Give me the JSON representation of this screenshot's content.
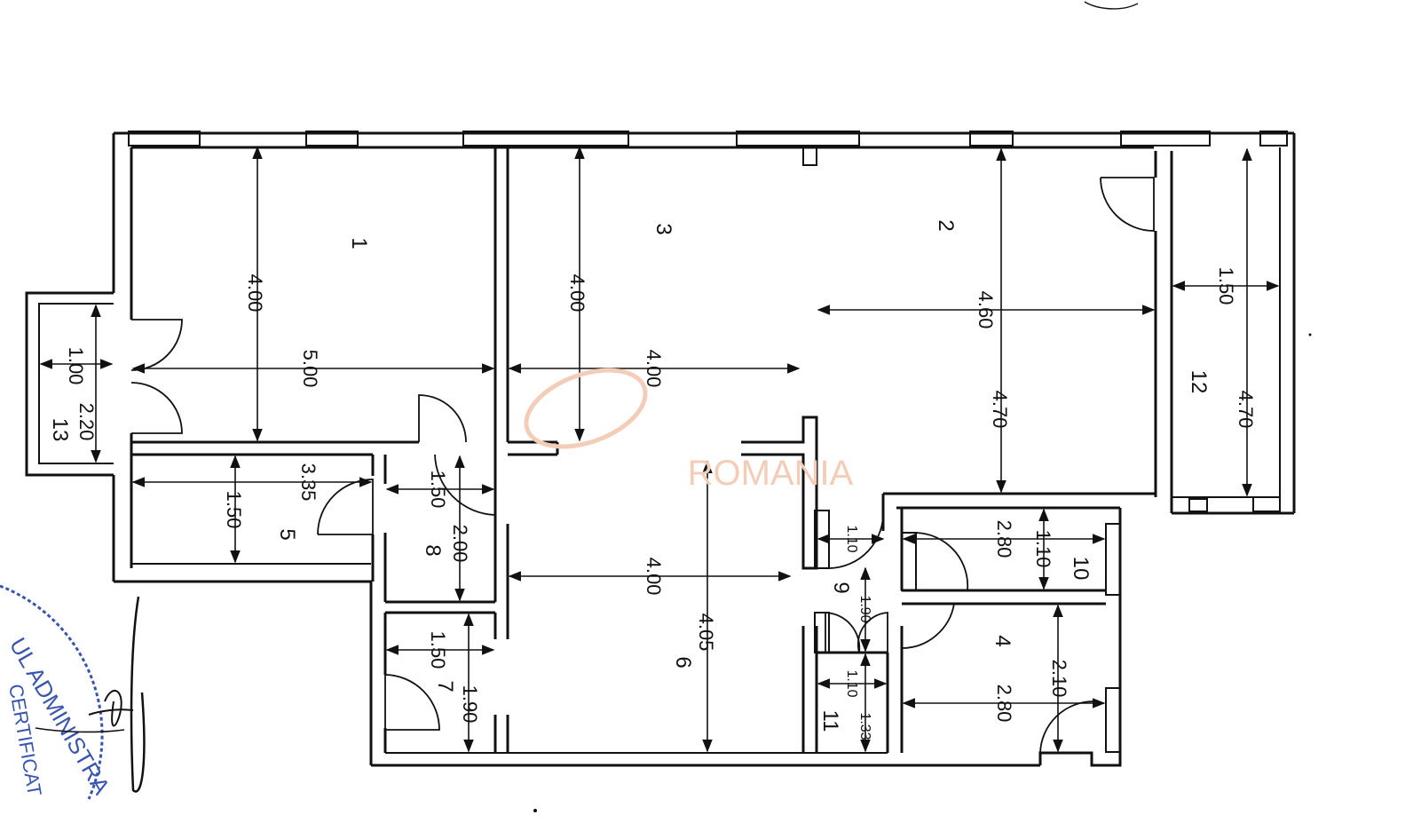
{
  "rooms": {
    "r1": "1",
    "r2": "2",
    "r3": "3",
    "r4": "4",
    "r5": "5",
    "r6": "6",
    "r7": "7",
    "r8": "8",
    "r9": "9",
    "r10": "10",
    "r11": "11",
    "r12": "12",
    "r13": "13"
  },
  "dimensions": {
    "d1_h": "4.00",
    "d1_w": "5.00",
    "d3_h": "4.00",
    "d3_w": "4.00",
    "d2_w": "4.60",
    "d2_h": "4.70",
    "d12_w": "1.50",
    "d12_h": "4.70",
    "d13_w": "1.00",
    "d13_h": "2.20",
    "d5_w": "3.35",
    "d5_h": "1.50",
    "d8_w": "1.50",
    "d8_h": "2.00",
    "d6_w": "4.00",
    "d6_h": "4.05",
    "d7_w": "1.50",
    "d7_h": "1.90",
    "d9_a": "1.10",
    "d9_b": "1.90",
    "d10_w": "2.80",
    "d10_h": "1.10",
    "d4_w": "2.80",
    "d4_h": "2.10",
    "d11_w": "1.10",
    "d11_h": "1.33"
  },
  "watermark": "ROMANIA",
  "stamp": {
    "line1": "UL ADMINISTRA",
    "line2": "CERTIFICAT"
  },
  "colors": {
    "ink": "#111111",
    "watermark": "#f3cdb8",
    "stamp": "#3a55b0"
  }
}
